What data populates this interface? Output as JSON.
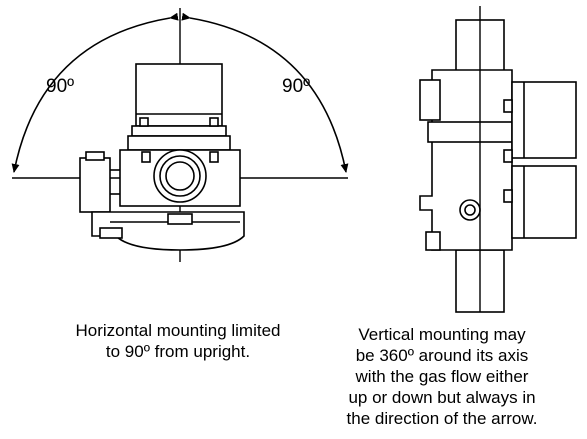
{
  "horizontal_figure": {
    "angle_left": "90º",
    "angle_right": "90º",
    "caption_lines": [
      "Horizontal mounting limited",
      "to 90º from upright."
    ]
  },
  "vertical_figure": {
    "caption_lines": [
      "Vertical mounting may",
      "be 360º around its axis",
      "with the gas flow either",
      "up or down but always in",
      "the direction of the arrow."
    ]
  },
  "colors": {
    "line": "#000000",
    "background": "#ffffff"
  }
}
